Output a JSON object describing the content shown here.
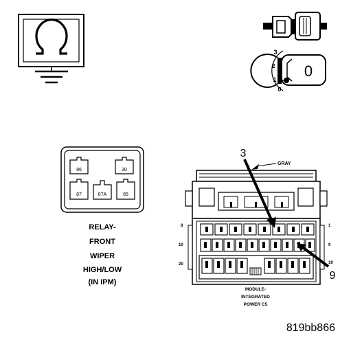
{
  "relay": {
    "pins": [
      "86",
      "30",
      "87",
      "87A",
      "85"
    ],
    "caption": [
      "RELAY-",
      "FRONT",
      "WIPER",
      "HIGH/LOW",
      "(IN IPM)"
    ]
  },
  "ignition": {
    "positions": [
      "3",
      "2",
      "1",
      "0"
    ],
    "key_label": "0"
  },
  "module": {
    "color_label": "GRAY",
    "callouts": [
      "3",
      "9"
    ],
    "row_numbers_left": [
      "8",
      "10",
      "20"
    ],
    "row_numbers_right": [
      "1",
      "9",
      "19"
    ],
    "caption": [
      "MODULE-",
      "INTEGRATED",
      "POWER C5"
    ]
  },
  "figure_id": "819bb866",
  "icons": [
    "ohm-ground-icon",
    "fuse-icon",
    "ignition-switch-icon"
  ]
}
